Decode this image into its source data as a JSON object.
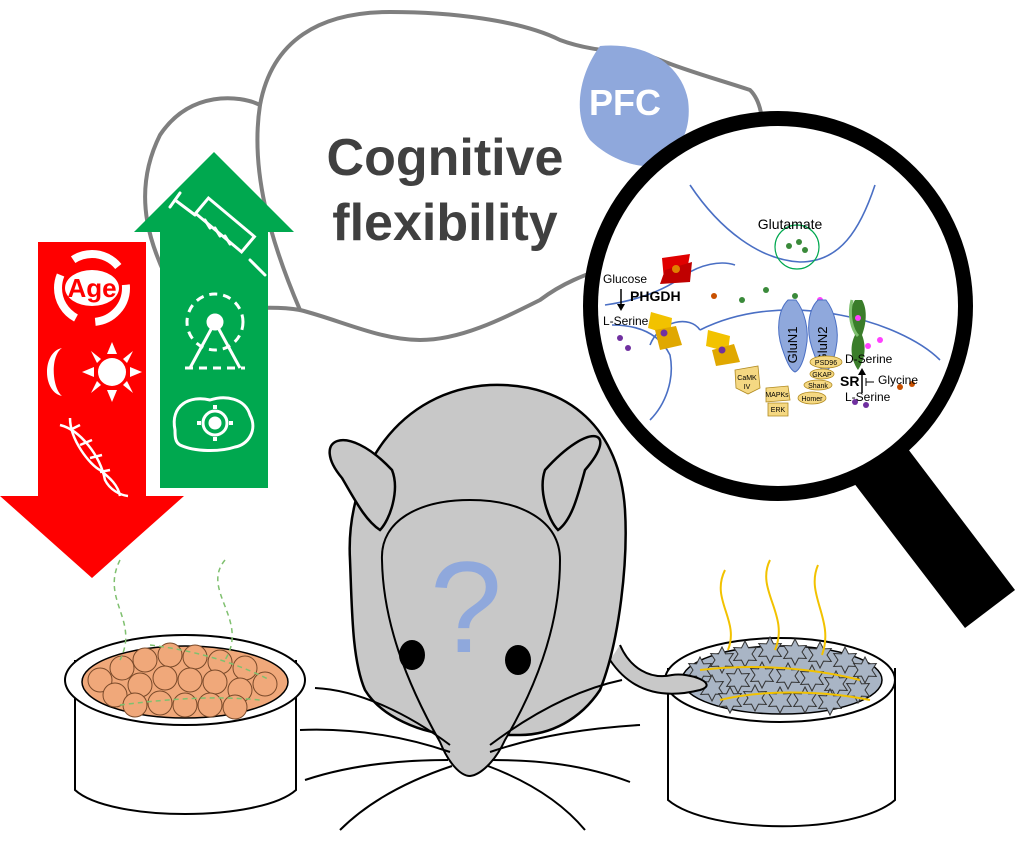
{
  "title": {
    "line1": "Cognitive",
    "line2": "flexibility"
  },
  "region_label": "PFC",
  "down_arrow": {
    "label": "Age",
    "icons": [
      "age-cycle-icon",
      "moon-icon",
      "sun-icon",
      "dna-icon"
    ]
  },
  "up_arrow": {
    "icons": [
      "syringe-icon",
      "running-wheel-icon",
      "brain-gear-icon"
    ]
  },
  "synapse": {
    "glutamate": "Glutamate",
    "glucose": "Glucose",
    "phgdh": "PHGDH",
    "l_serine_left": "L-Serine",
    "glun1": "GluN1",
    "glun2": "GluN2",
    "psd96": "PSD96",
    "gkap": "GKAP",
    "shank": "Shank",
    "homer": "Homer",
    "camk_line1": "CaMK",
    "camk_line2": "IV",
    "mapks": "MAPKs",
    "erk": "ERK",
    "d_serine": "D-Serine",
    "sr": "SR",
    "glycine": "Glycine",
    "l_serine_right": "L-Serine"
  },
  "mouse_symbol": "?",
  "colors": {
    "down_arrow": "#ff0000",
    "up_arrow": "#00a84f",
    "pfc": "#8fa8dc",
    "question": "#8fa8dc",
    "mouse_fill": "#c8c8c8",
    "food_pellets": "#f0a87a",
    "food_stars": "#a9b5c5",
    "title_text": "#404040"
  }
}
